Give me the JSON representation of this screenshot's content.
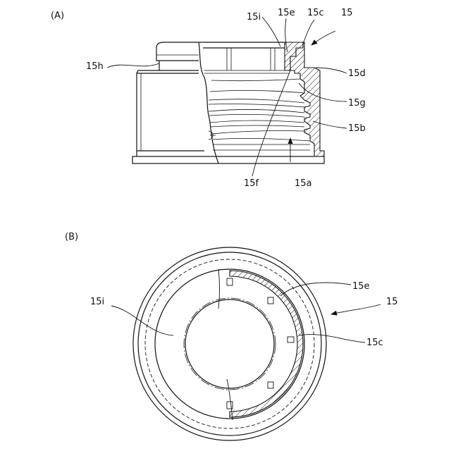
{
  "figure_a": {
    "panel_label": "(A)",
    "labels": {
      "part": "15",
      "i": "15i",
      "e": "15e",
      "c": "15c",
      "h": "15h",
      "d": "15d",
      "g": "15g",
      "b": "15b",
      "f": "15f",
      "a": "15a"
    }
  },
  "figure_b": {
    "panel_label": "(B)",
    "labels": {
      "part": "15",
      "i": "15i",
      "e": "15e",
      "c": "15c"
    }
  },
  "colors": {
    "line": "#111111",
    "background": "#ffffff"
  }
}
